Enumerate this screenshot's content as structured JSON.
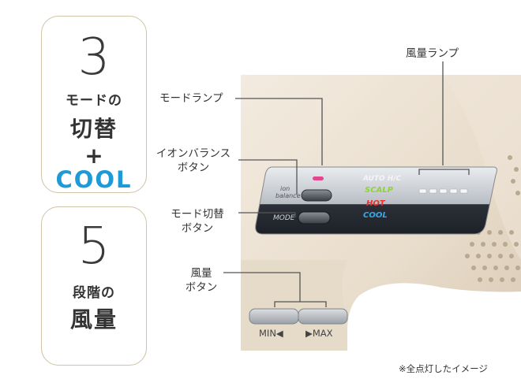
{
  "left_cards": [
    {
      "number": "3",
      "line1": "モードの",
      "line2": "切替",
      "plus": "+",
      "cool": "COOL"
    },
    {
      "number": "5",
      "line1": "段階の",
      "line2": "風量"
    }
  ],
  "callouts": {
    "airflow_lamp": "風量ランプ",
    "mode_lamp": "モードランプ",
    "ion_balance_button": [
      "イオンバランス",
      "ボタン"
    ],
    "mode_switch_button": [
      "モード切替",
      "ボタン"
    ],
    "airflow_button": [
      "風量",
      "ボタン"
    ]
  },
  "panel": {
    "ion_label": [
      "ion",
      "balance"
    ],
    "mode_label": "MODE",
    "modes": [
      "AUTO H/C",
      "SCALP",
      "HOT",
      "COOL"
    ],
    "min_label": "MIN◀",
    "max_label": "▶MAX"
  },
  "colors": {
    "card_border": "#cfc3a8",
    "cool_blue": "#1e9ad6",
    "dryer_body": "#ebe0d2",
    "panel_dark": "#2a2f36",
    "lamp_pink": "#e5448e",
    "scalp_green": "#8fd13a",
    "hot_red": "#e8322f",
    "cool_mode_blue": "#38a8e8"
  },
  "footnote": "※全点灯したイメージ"
}
